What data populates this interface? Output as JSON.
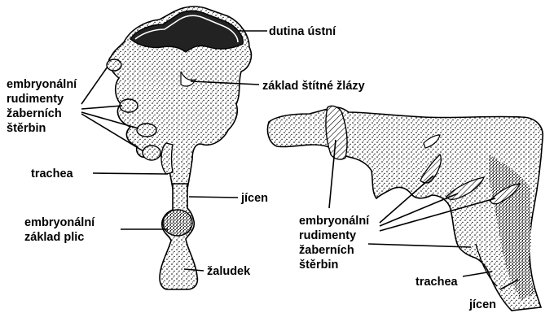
{
  "labels": {
    "dutina": "dutina ústní",
    "zaklad_stitne": "základ štítné žlázy",
    "rud_left_1": "embryonální",
    "rud_left_2": "rudimenty",
    "rud_left_3": "žaberních",
    "rud_left_4": "štěrbin",
    "trachea_left": "trachea",
    "jicen_left": "jícen",
    "plic_1": "embryonální",
    "plic_2": "základ plic",
    "zaludek": "žaludek",
    "rud_right_1": "embryonální",
    "rud_right_2": "rudimenty",
    "rud_right_3": "žaberních",
    "rud_right_4": "štěrbin",
    "trachea_right": "trachea",
    "jicen_right": "jícen"
  }
}
